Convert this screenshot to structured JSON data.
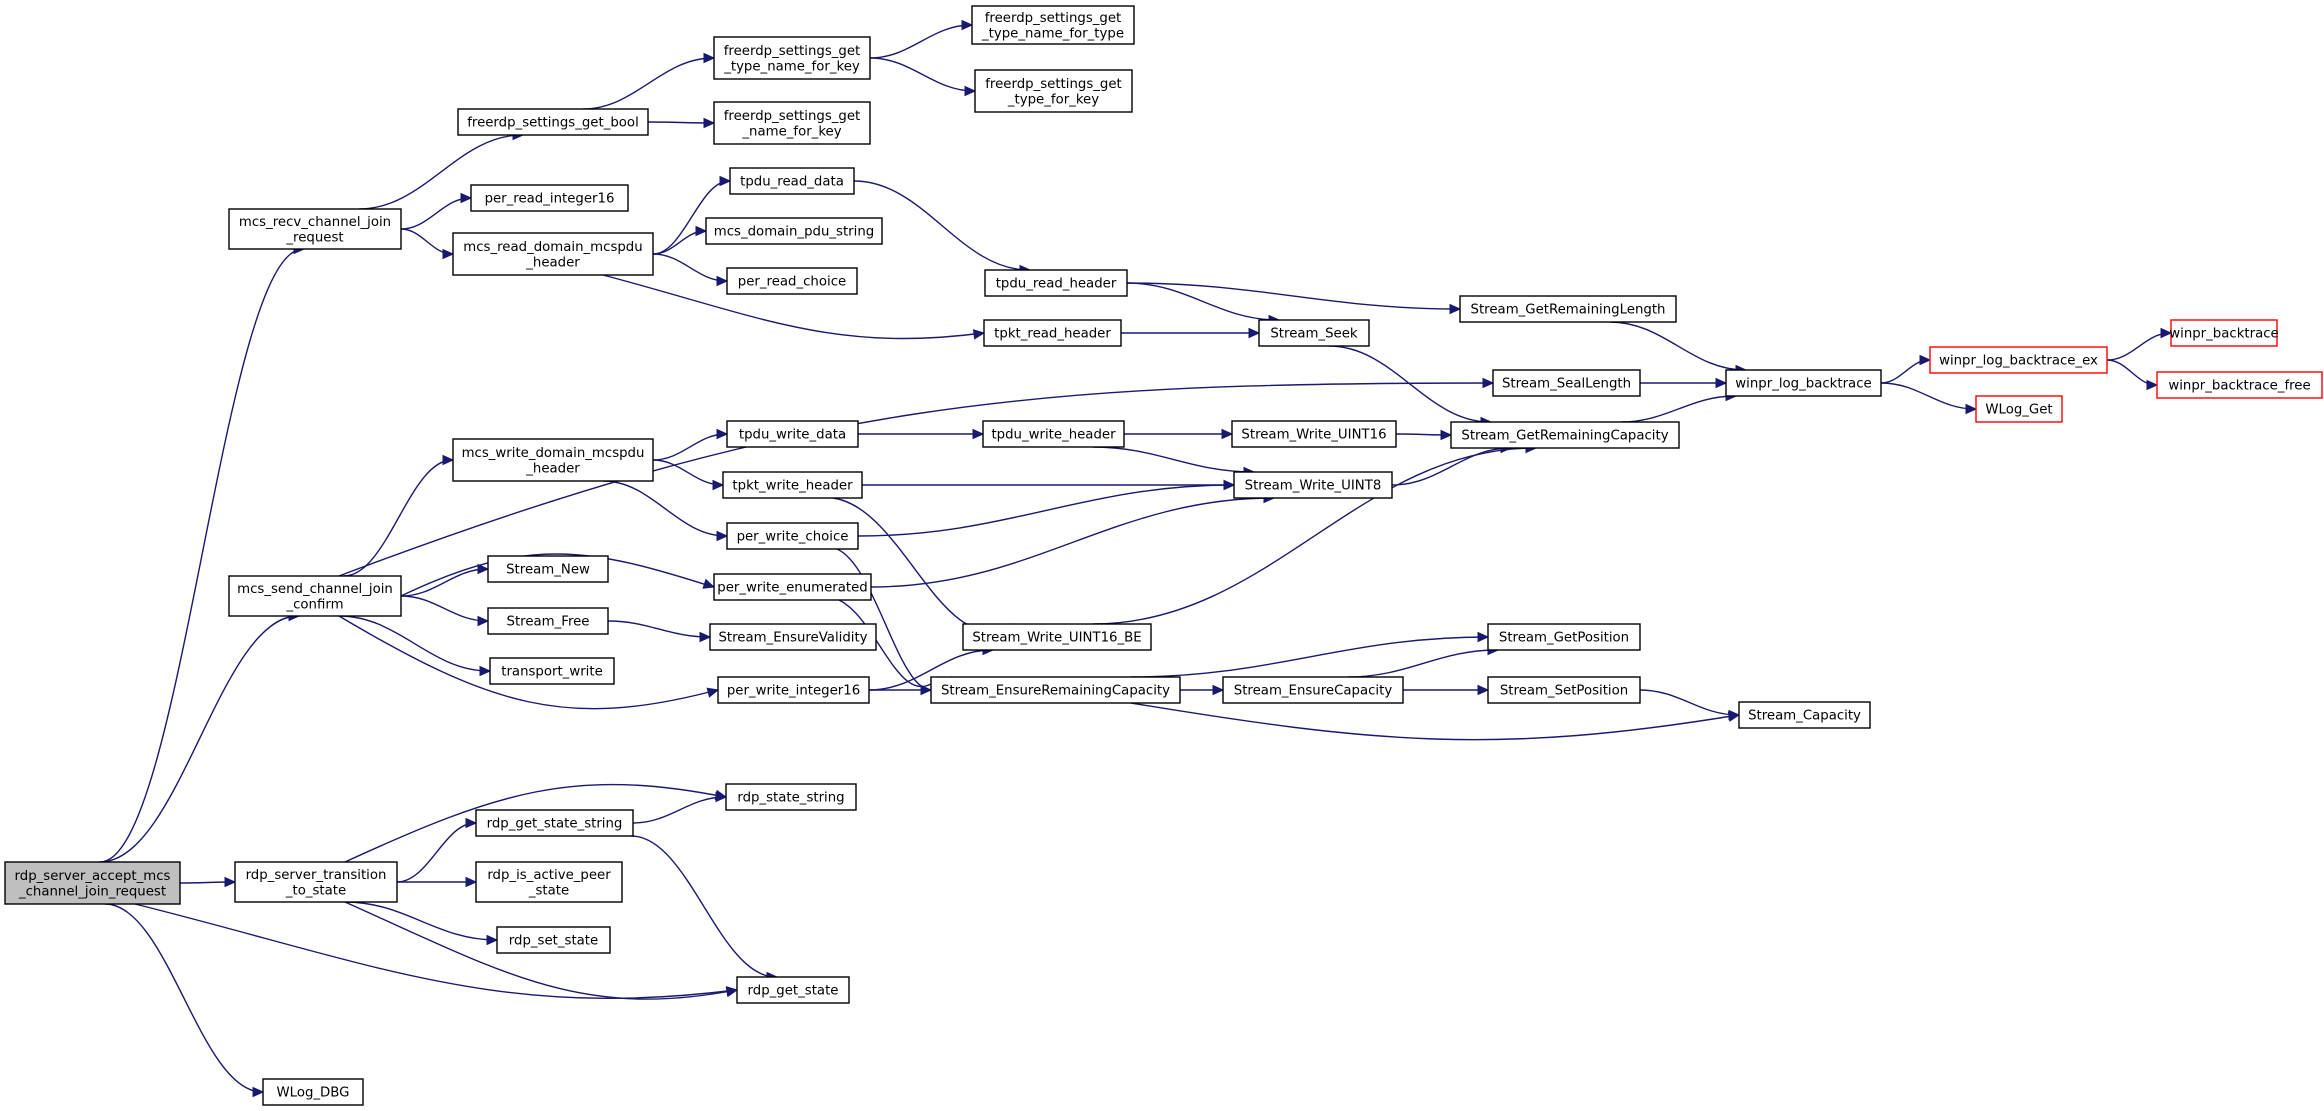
{
  "diagram": {
    "type": "call-graph",
    "colors": {
      "edge": "#191970",
      "node_border": "#000000",
      "truncated_border": "#ff0000",
      "root_fill": "#bfbfbf"
    },
    "nodes": [
      {
        "id": "root",
        "lines": [
          "rdp_server_accept_mcs",
          "_channel_join_request"
        ],
        "style": "root"
      },
      {
        "id": "mcs_recv",
        "lines": [
          "mcs_recv_channel_join",
          "_request"
        ],
        "style": "normal"
      },
      {
        "id": "mcs_send",
        "lines": [
          "mcs_send_channel_join",
          "_confirm"
        ],
        "style": "normal"
      },
      {
        "id": "rdp_trans",
        "lines": [
          "rdp_server_transition",
          "_to_state"
        ],
        "style": "normal"
      },
      {
        "id": "wlog_dbg",
        "lines": [
          "WLog_DBG"
        ],
        "style": "normal"
      },
      {
        "id": "fs_get_bool",
        "lines": [
          "freerdp_settings_get_bool"
        ],
        "style": "normal"
      },
      {
        "id": "per_read_int16",
        "lines": [
          "per_read_integer16"
        ],
        "style": "normal"
      },
      {
        "id": "mcs_read_dom",
        "lines": [
          "mcs_read_domain_mcspdu",
          "_header"
        ],
        "style": "normal"
      },
      {
        "id": "fs_type_name_key",
        "lines": [
          "freerdp_settings_get",
          "_type_name_for_key"
        ],
        "style": "normal"
      },
      {
        "id": "fs_name_key",
        "lines": [
          "freerdp_settings_get",
          "_name_for_key"
        ],
        "style": "normal"
      },
      {
        "id": "fs_type_name_type",
        "lines": [
          "freerdp_settings_get",
          "_type_name_for_type"
        ],
        "style": "normal"
      },
      {
        "id": "fs_type_key",
        "lines": [
          "freerdp_settings_get",
          "_type_for_key"
        ],
        "style": "normal"
      },
      {
        "id": "tpdu_read_data",
        "lines": [
          "tpdu_read_data"
        ],
        "style": "normal"
      },
      {
        "id": "mcs_dom_str",
        "lines": [
          "mcs_domain_pdu_string"
        ],
        "style": "normal"
      },
      {
        "id": "per_read_choice",
        "lines": [
          "per_read_choice"
        ],
        "style": "normal"
      },
      {
        "id": "tpdu_read_header",
        "lines": [
          "tpdu_read_header"
        ],
        "style": "normal"
      },
      {
        "id": "tpkt_read_header",
        "lines": [
          "tpkt_read_header"
        ],
        "style": "normal"
      },
      {
        "id": "stream_seek",
        "lines": [
          "Stream_Seek"
        ],
        "style": "normal"
      },
      {
        "id": "stream_getremlen",
        "lines": [
          "Stream_GetRemainingLength"
        ],
        "style": "normal"
      },
      {
        "id": "stream_seallen",
        "lines": [
          "Stream_SealLength"
        ],
        "style": "normal"
      },
      {
        "id": "stream_getremcap",
        "lines": [
          "Stream_GetRemainingCapacity"
        ],
        "style": "normal"
      },
      {
        "id": "winpr_log_bt",
        "lines": [
          "winpr_log_backtrace"
        ],
        "style": "normal"
      },
      {
        "id": "winpr_log_bt_ex",
        "lines": [
          "winpr_log_backtrace_ex"
        ],
        "style": "truncated"
      },
      {
        "id": "wlog_get",
        "lines": [
          "WLog_Get"
        ],
        "style": "truncated"
      },
      {
        "id": "winpr_bt",
        "lines": [
          "winpr_backtrace"
        ],
        "style": "truncated"
      },
      {
        "id": "winpr_bt_free",
        "lines": [
          "winpr_backtrace_free"
        ],
        "style": "truncated"
      },
      {
        "id": "mcs_write_dom",
        "lines": [
          "mcs_write_domain_mcspdu",
          "_header"
        ],
        "style": "normal"
      },
      {
        "id": "tpdu_write_data",
        "lines": [
          "tpdu_write_data"
        ],
        "style": "normal"
      },
      {
        "id": "tpdu_write_header",
        "lines": [
          "tpdu_write_header"
        ],
        "style": "normal"
      },
      {
        "id": "stream_write_u16",
        "lines": [
          "Stream_Write_UINT16"
        ],
        "style": "normal"
      },
      {
        "id": "tpkt_write_header",
        "lines": [
          "tpkt_write_header"
        ],
        "style": "normal"
      },
      {
        "id": "stream_write_u8",
        "lines": [
          "Stream_Write_UINT8"
        ],
        "style": "normal"
      },
      {
        "id": "per_write_choice",
        "lines": [
          "per_write_choice"
        ],
        "style": "normal"
      },
      {
        "id": "per_write_enum",
        "lines": [
          "per_write_enumerated"
        ],
        "style": "normal"
      },
      {
        "id": "stream_new",
        "lines": [
          "Stream_New"
        ],
        "style": "normal"
      },
      {
        "id": "stream_free",
        "lines": [
          "Stream_Free"
        ],
        "style": "normal"
      },
      {
        "id": "stream_ensurevalid",
        "lines": [
          "Stream_EnsureValidity"
        ],
        "style": "normal"
      },
      {
        "id": "transport_write",
        "lines": [
          "transport_write"
        ],
        "style": "normal"
      },
      {
        "id": "stream_write_u16be",
        "lines": [
          "Stream_Write_UINT16_BE"
        ],
        "style": "normal"
      },
      {
        "id": "per_write_int16",
        "lines": [
          "per_write_integer16"
        ],
        "style": "normal"
      },
      {
        "id": "stream_ensureremcap",
        "lines": [
          "Stream_EnsureRemainingCapacity"
        ],
        "style": "normal"
      },
      {
        "id": "stream_ensurecap",
        "lines": [
          "Stream_EnsureCapacity"
        ],
        "style": "normal"
      },
      {
        "id": "stream_getpos",
        "lines": [
          "Stream_GetPosition"
        ],
        "style": "normal"
      },
      {
        "id": "stream_setpos",
        "lines": [
          "Stream_SetPosition"
        ],
        "style": "normal"
      },
      {
        "id": "stream_capacity",
        "lines": [
          "Stream_Capacity"
        ],
        "style": "normal"
      },
      {
        "id": "rdp_get_state_str",
        "lines": [
          "rdp_get_state_string"
        ],
        "style": "normal"
      },
      {
        "id": "rdp_state_str",
        "lines": [
          "rdp_state_string"
        ],
        "style": "normal"
      },
      {
        "id": "rdp_is_active",
        "lines": [
          "rdp_is_active_peer",
          "_state"
        ],
        "style": "normal"
      },
      {
        "id": "rdp_set_state",
        "lines": [
          "rdp_set_state"
        ],
        "style": "normal"
      },
      {
        "id": "rdp_get_state",
        "lines": [
          "rdp_get_state"
        ],
        "style": "normal"
      }
    ],
    "edges": [
      [
        "root",
        "mcs_recv"
      ],
      [
        "root",
        "mcs_send"
      ],
      [
        "root",
        "rdp_trans"
      ],
      [
        "root",
        "rdp_get_state"
      ],
      [
        "root",
        "wlog_dbg"
      ],
      [
        "mcs_recv",
        "fs_get_bool"
      ],
      [
        "mcs_recv",
        "per_read_int16"
      ],
      [
        "mcs_recv",
        "mcs_read_dom"
      ],
      [
        "fs_get_bool",
        "fs_type_name_key"
      ],
      [
        "fs_get_bool",
        "fs_name_key"
      ],
      [
        "fs_type_name_key",
        "fs_type_name_type"
      ],
      [
        "fs_type_name_key",
        "fs_type_key"
      ],
      [
        "mcs_read_dom",
        "tpdu_read_data"
      ],
      [
        "mcs_read_dom",
        "mcs_dom_str"
      ],
      [
        "mcs_read_dom",
        "per_read_choice"
      ],
      [
        "mcs_read_dom",
        "tpkt_read_header"
      ],
      [
        "tpdu_read_data",
        "tpdu_read_header"
      ],
      [
        "tpdu_read_header",
        "stream_seek"
      ],
      [
        "tpdu_read_header",
        "stream_getremlen"
      ],
      [
        "tpkt_read_header",
        "stream_seek"
      ],
      [
        "stream_seek",
        "stream_getremcap"
      ],
      [
        "stream_getremlen",
        "winpr_log_bt"
      ],
      [
        "stream_seallen",
        "winpr_log_bt"
      ],
      [
        "stream_getremcap",
        "winpr_log_bt"
      ],
      [
        "winpr_log_bt",
        "winpr_log_bt_ex"
      ],
      [
        "winpr_log_bt",
        "wlog_get"
      ],
      [
        "winpr_log_bt_ex",
        "winpr_bt"
      ],
      [
        "winpr_log_bt_ex",
        "winpr_bt_free"
      ],
      [
        "mcs_send",
        "stream_seallen"
      ],
      [
        "mcs_send",
        "mcs_write_dom"
      ],
      [
        "mcs_send",
        "per_write_enum"
      ],
      [
        "mcs_send",
        "stream_new"
      ],
      [
        "mcs_send",
        "stream_free"
      ],
      [
        "mcs_send",
        "transport_write"
      ],
      [
        "mcs_send",
        "per_write_int16"
      ],
      [
        "mcs_write_dom",
        "tpdu_write_data"
      ],
      [
        "mcs_write_dom",
        "tpkt_write_header"
      ],
      [
        "mcs_write_dom",
        "per_write_choice"
      ],
      [
        "tpdu_write_data",
        "tpdu_write_header"
      ],
      [
        "tpdu_write_header",
        "stream_write_u16"
      ],
      [
        "tpdu_write_header",
        "stream_write_u8"
      ],
      [
        "stream_write_u16",
        "stream_getremcap"
      ],
      [
        "tpkt_write_header",
        "stream_write_u8"
      ],
      [
        "tpkt_write_header",
        "stream_write_u16be"
      ],
      [
        "stream_write_u8",
        "stream_getremcap"
      ],
      [
        "per_write_choice",
        "stream_write_u8"
      ],
      [
        "per_write_choice",
        "stream_ensureremcap"
      ],
      [
        "per_write_enum",
        "stream_write_u8"
      ],
      [
        "per_write_enum",
        "stream_ensureremcap"
      ],
      [
        "stream_free",
        "stream_ensurevalid"
      ],
      [
        "stream_write_u16be",
        "stream_getremcap"
      ],
      [
        "per_write_int16",
        "stream_write_u16be"
      ],
      [
        "per_write_int16",
        "stream_ensureremcap"
      ],
      [
        "stream_ensureremcap",
        "stream_getpos"
      ],
      [
        "stream_ensureremcap",
        "stream_ensurecap"
      ],
      [
        "stream_ensureremcap",
        "stream_capacity"
      ],
      [
        "stream_ensurecap",
        "stream_getpos"
      ],
      [
        "stream_ensurecap",
        "stream_setpos"
      ],
      [
        "stream_setpos",
        "stream_capacity"
      ],
      [
        "rdp_trans",
        "rdp_state_str"
      ],
      [
        "rdp_trans",
        "rdp_get_state_str"
      ],
      [
        "rdp_trans",
        "rdp_is_active"
      ],
      [
        "rdp_trans",
        "rdp_set_state"
      ],
      [
        "rdp_trans",
        "rdp_get_state"
      ],
      [
        "rdp_get_state_str",
        "rdp_state_str"
      ],
      [
        "rdp_get_state_str",
        "rdp_get_state"
      ]
    ]
  }
}
